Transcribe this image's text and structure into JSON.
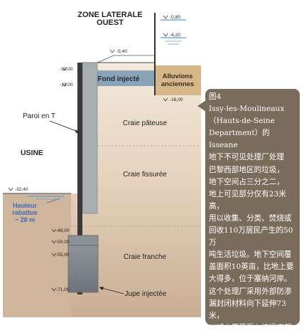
{
  "diagram": {
    "zone_title": "ZONE LATERALE\nOUEST",
    "usine_label": "USINE",
    "wall_label": "Paroi en T",
    "layers": {
      "fond_injecte": "Fond injecté",
      "alluvions": "Alluvions\nanciennes",
      "craie_pateuse": "Craie pâteuse",
      "craie_fissuree": "Craie fissurée",
      "craie_franche": "Craie franche",
      "jupe_injectee": "Jupe injectée"
    },
    "water_note": "Hauteur\nrabattue\n~ 28 m",
    "levels": {
      "l_0_80": "-0,80",
      "l_4_20": "-4,20",
      "l_5_40": "-5,40",
      "l_10_00": "-10,00",
      "l_13_00": "-13,00",
      "l_16_00": "-16,00",
      "l_32_40": "-32,40",
      "l_46_00": "-46,00",
      "l_50_00": "-50,00",
      "l_55_00": "-55,00",
      "l_71_00": "-71,00"
    },
    "colors": {
      "soil_top": "#f1e6d6",
      "soil_deep": "#c9ae94",
      "alluvium": "#d6b78a",
      "fond_injecte": "#7f9aae",
      "wall": "#3a3a3a",
      "wall_panel": "#a9aeb1",
      "jupe": "#8c9094",
      "water_line": "#5a9bd5",
      "water_text": "#3c6fb5",
      "caption_bg": "#7a6c5a"
    }
  },
  "caption": {
    "text": "图4\nIssy-les-Moulineaux\n（Hauts-de-Seine\nDepartment）的Isseane\n地下不可见处理厂处理\n巴黎西部地区的垃圾，\n地下空间占三分之二，\n地上可见部分仅有23米高，\n用以收集、分类、焚烧或\n回收110万居民产生的50万\n吨生活垃圾。地下空间覆\n盖面积10英亩，比地上要\n大得多，位于塞纳河岸。\n这个处理厂采用外部防渗\n漏封闭材料向下延伸73米，\n以减少需要泵入挖掘底部\n的流体"
  }
}
